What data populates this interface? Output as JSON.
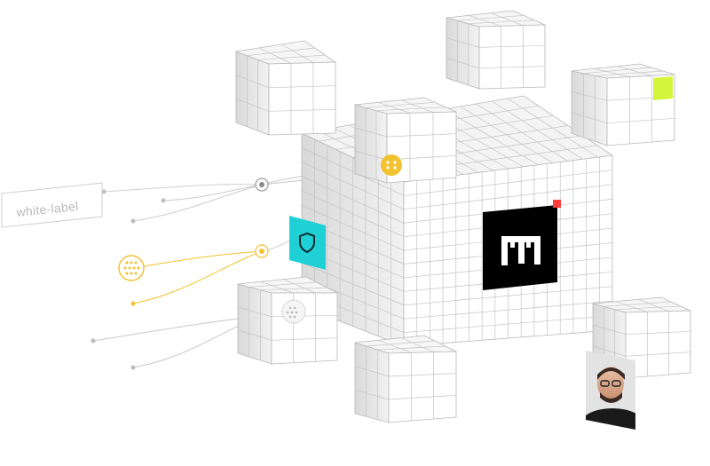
{
  "label": {
    "text": "white-label"
  },
  "brand": {
    "logo_letter": "m"
  },
  "colors": {
    "accent_yellow": "#f2c230",
    "accent_cyan": "#1fd1d6",
    "accent_lime": "#d4f53a",
    "accent_red": "#ff3b3b",
    "grid_line": "#b8b8b8",
    "connector": "#c9c9c9",
    "logo_bg": "#000000"
  },
  "icons": {
    "shield": "shield-icon",
    "dots_yellow": "dot-grid-icon",
    "avatar": "avatar"
  }
}
